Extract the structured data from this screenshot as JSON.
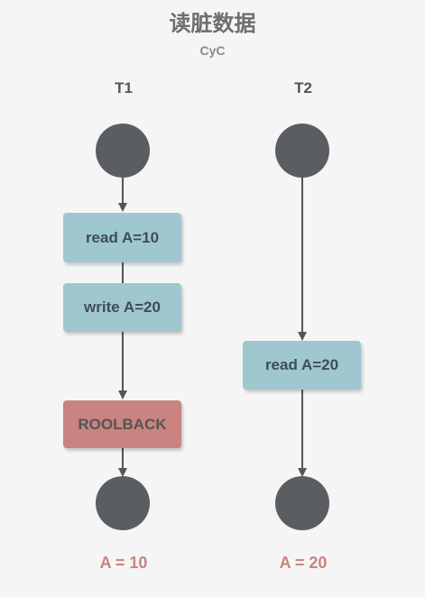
{
  "title": "读脏数据",
  "subtitle": "CyC",
  "columns": [
    {
      "label": "T1"
    },
    {
      "label": "T2"
    }
  ],
  "t1": {
    "steps": [
      "read A=10",
      "write A=20",
      "ROOLBACK"
    ],
    "result": "A = 10"
  },
  "t2": {
    "steps": [
      "read A=20"
    ],
    "result": "A = 20"
  },
  "colors": {
    "node": "#5a5e63",
    "box_blue": "#9ec7d0",
    "box_red": "#c98381",
    "arrow": "#555555",
    "result_text": "#c98381"
  }
}
